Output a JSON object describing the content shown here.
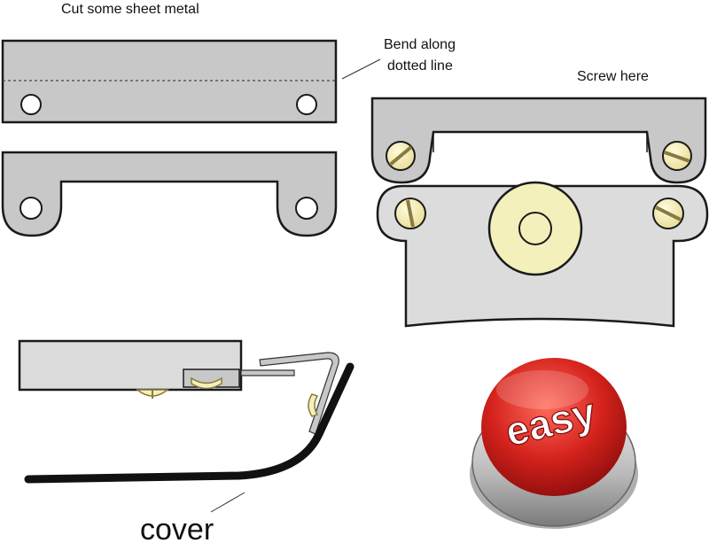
{
  "labels": {
    "cut": "Cut some sheet metal",
    "bend_line1": "Bend along",
    "bend_line2": "dotted line",
    "screw": "Screw here",
    "cover": "cover"
  },
  "button": {
    "text": "easy"
  },
  "colors": {
    "metal": "#c8c8c8",
    "metal_light": "#dadada",
    "outline": "#1a1a1a",
    "brass": "#f4f0bc",
    "button_red": "#d32020",
    "cover": "#111111"
  }
}
